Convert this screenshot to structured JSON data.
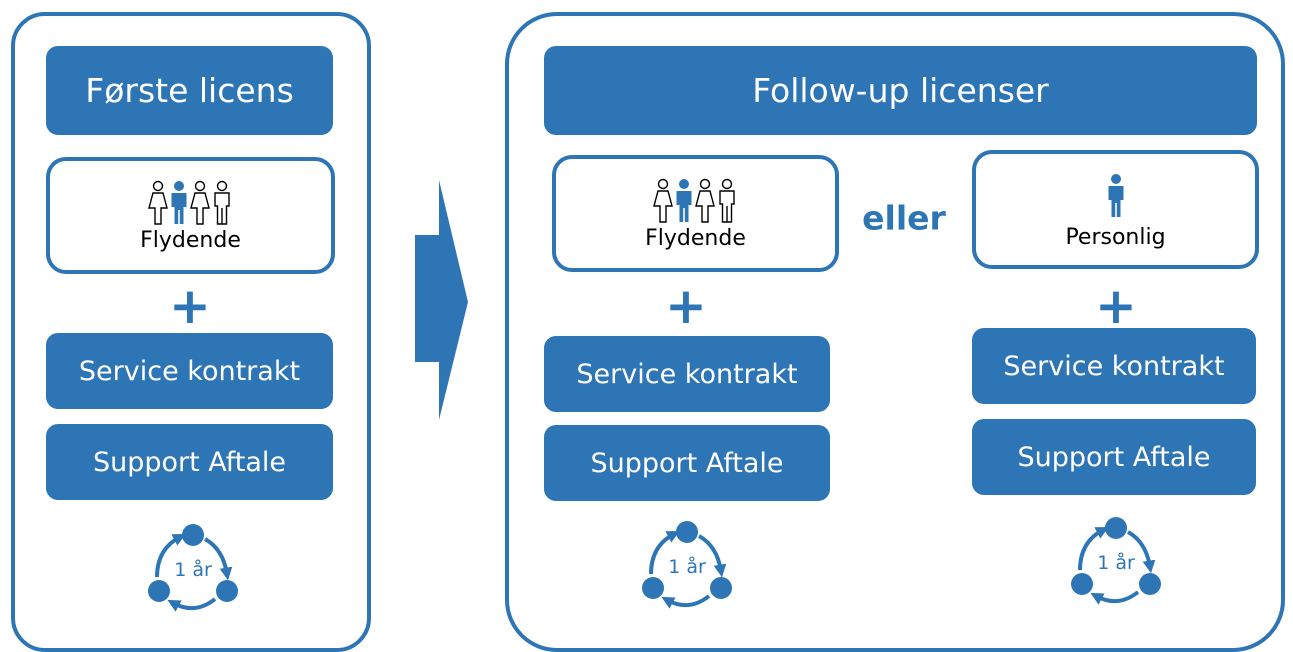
{
  "colors": {
    "accent": "#2e75b6",
    "background": "#ffffff",
    "text_dark": "#000000"
  },
  "left_panel": {
    "title": "Første licens",
    "license": {
      "label": "Flydende",
      "icon": "group-of-people-icon"
    },
    "plus": "+",
    "service": "Service kontrakt",
    "support": "Support Aftale",
    "cycle": {
      "label": "1 år",
      "icon": "annual-cycle-icon"
    }
  },
  "arrow": {
    "icon": "right-arrow-icon"
  },
  "right_panel": {
    "title": "Follow-up licenser",
    "separator": "eller",
    "floating": {
      "license": {
        "label": "Flydende",
        "icon": "group-of-people-icon"
      },
      "plus": "+",
      "service": "Service kontrakt",
      "support": "Support Aftale",
      "cycle": {
        "label": "1 år",
        "icon": "annual-cycle-icon"
      }
    },
    "personal": {
      "license": {
        "label": "Personlig",
        "icon": "single-person-icon"
      },
      "plus": "+",
      "service": "Service kontrakt",
      "support": "Support Aftale",
      "cycle": {
        "label": "1 år",
        "icon": "annual-cycle-icon"
      }
    }
  }
}
